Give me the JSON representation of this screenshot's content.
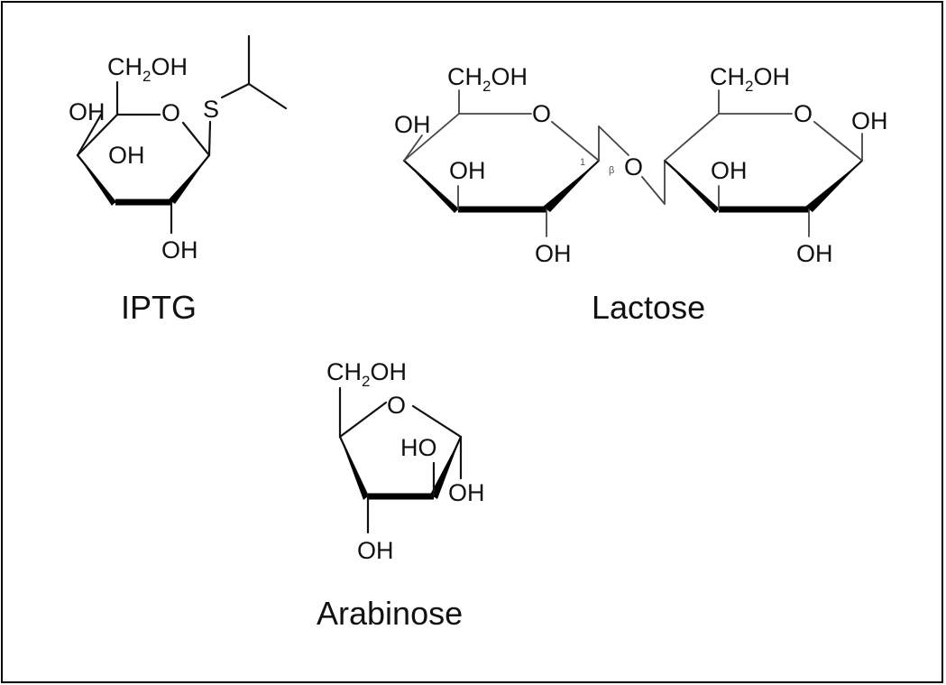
{
  "molecules": {
    "iptg": {
      "name": "IPTG",
      "ch2oh": {
        "c": "CH",
        "sub": "2",
        "oh": "OH"
      },
      "ring_o": "O",
      "s": "S",
      "oh4": "OH",
      "oh3": "OH",
      "oh2": "OH"
    },
    "lactose": {
      "name": "Lactose",
      "left_ch2oh": {
        "c": "CH",
        "sub": "2",
        "oh": "OH"
      },
      "left_ring_o": "O",
      "left_oh4": "OH",
      "left_oh3": "OH",
      "left_oh2": "OH",
      "anomeric_label": "1",
      "beta_label": "β",
      "bridge_o": "O",
      "right_ch2oh": {
        "c": "CH",
        "sub": "2",
        "oh": "OH"
      },
      "right_ring_o": "O",
      "right_oh1": "OH",
      "right_oh3": "OH",
      "right_oh2": "OH"
    },
    "arabinose": {
      "name": "Arabinose",
      "ch2oh": {
        "c": "CH",
        "sub": "2",
        "oh": "OH"
      },
      "ring_o": "O",
      "ho": "HO",
      "oh1": "OH",
      "oh2": "OH"
    }
  }
}
